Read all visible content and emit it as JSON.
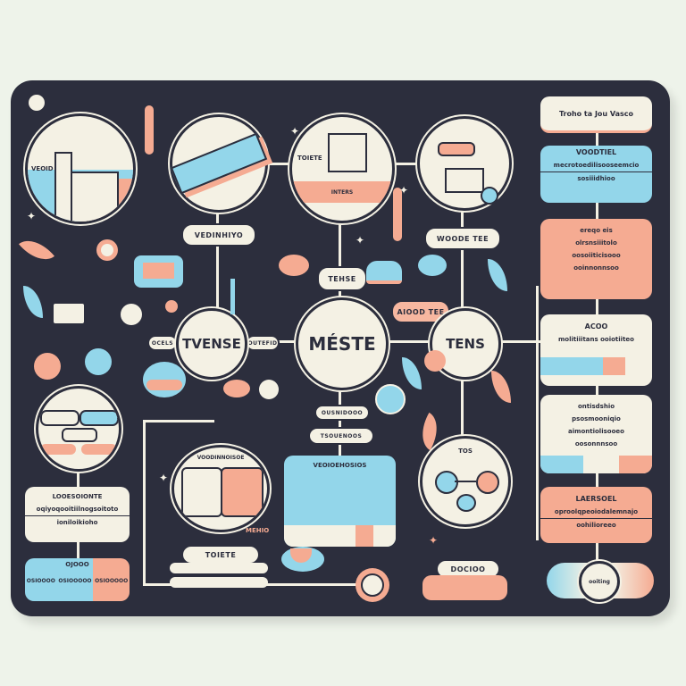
{
  "diagram": {
    "center_node": "MÉSTE",
    "left_node": "TVENSE",
    "right_node": "TENS",
    "left_node_side_label": "OCELS",
    "left_connector_label": "OUTEFID",
    "labels": {
      "top_left_pill": "VEDINHIYO",
      "top_right_pill": "WOODE TEE",
      "upper_center_pill": "TEHSE",
      "right_pill": "AIOOD TEE",
      "top_center_circle": "TOIETE",
      "top_center_circle_tab": "INTERS",
      "church_circle_label": "VEOID",
      "bottom_center_pill": "TOIETE",
      "bottom_right_pill": "DOCIOO",
      "center_below_1": "OUSNIDOOO",
      "center_below_2": "TSOUENOOS",
      "right_circle_label": "TOS",
      "bottom_center_circle_title": "VOODINNOISOE",
      "bottom_center_circle_right_label": "MEHIO",
      "blue_panel_title": "VEOIOEHOSIOS"
    },
    "right_column": [
      {
        "title": "Troho ta Jou Vasco",
        "lines": []
      },
      {
        "title": "VOODTIEL",
        "lines": [
          "mecrotoedilisooseemcio",
          "sosiiidhioo"
        ]
      },
      {
        "title": "ereqo eis",
        "lines": [
          "olrsnsiiitolo",
          "oosoiiticisooo",
          "ooinnonnsoo"
        ]
      },
      {
        "title": "ACOO",
        "lines": [
          "molitiiitans ooiotiiteo"
        ]
      },
      {
        "title": "ontisdshio",
        "lines": [
          "psosmooniqio",
          "aimontiolisooeo",
          "oosonnnsoo"
        ]
      },
      {
        "title": "LAERSOEL",
        "lines": [
          "oproolqpeoiodalemnajo",
          "oohilioreeo"
        ]
      },
      {
        "title": "ooiting",
        "lines": []
      }
    ],
    "left_column": [
      {
        "title": "LOOESOIONTE",
        "lines": [
          "oqiyoqooitiilnogsoitoto",
          "ioniloikioho"
        ]
      },
      {
        "title": "OJOOO",
        "lines": [
          "OSIOOOO",
          "OSIOOOOO",
          "OSIOOOOO"
        ]
      }
    ]
  },
  "colors": {
    "panel": "#2c2e3d",
    "cream": "#f4f1e4",
    "pink": "#f5ab92",
    "blue": "#93d6ea",
    "background": "#eef3ea"
  }
}
